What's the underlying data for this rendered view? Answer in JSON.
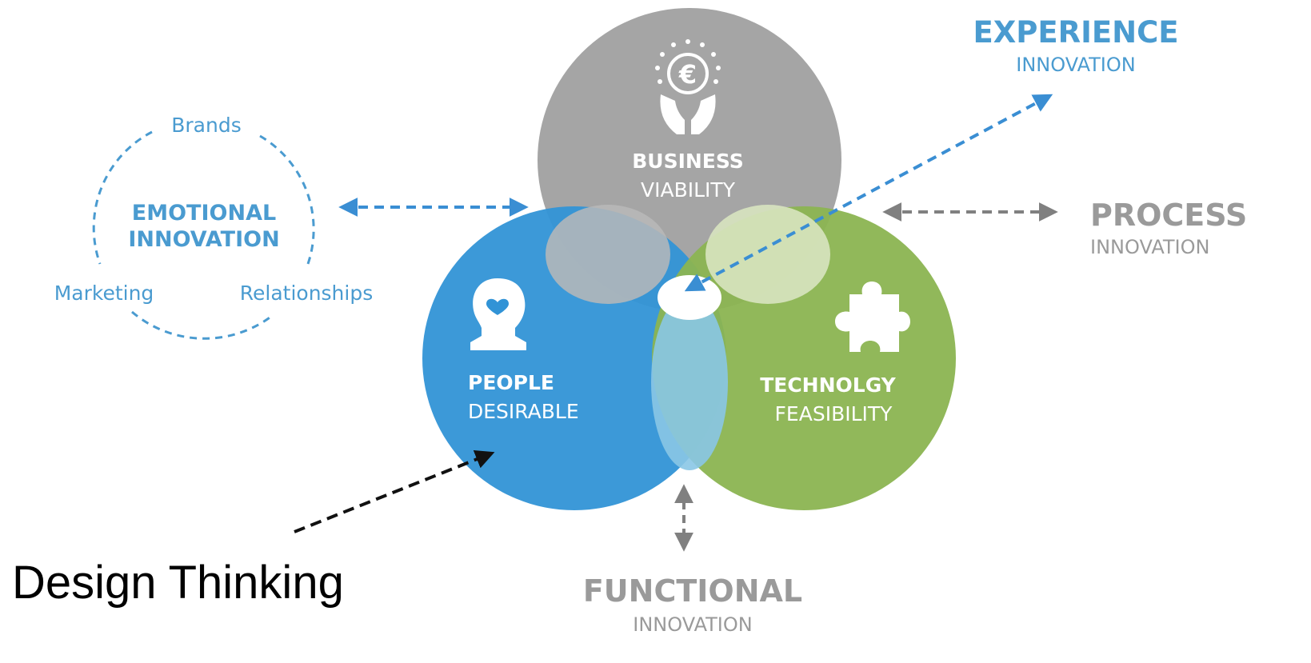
{
  "colors": {
    "business": "#a5a5a5",
    "people": "#3193d6",
    "technology": "#8bb451",
    "blue_text": "#4a9bd0",
    "gray_text": "#9a9a9a",
    "arrow_blue": "#3a8ed3",
    "arrow_gray": "#808080",
    "arrow_black": "#111111"
  },
  "circles": {
    "business": {
      "line1": "BUSINESS",
      "line2": "VIABILITY",
      "icon": "euro-hands-icon"
    },
    "people": {
      "line1": "PEOPLE",
      "line2": "DESIRABLE",
      "icon": "head-heart-icon"
    },
    "technology": {
      "line1": "TECHNOLGY",
      "line2": "FEASIBILITY",
      "icon": "puzzle-piece-icon"
    }
  },
  "emotional": {
    "title1": "EMOTIONAL",
    "title2": "INNOVATION",
    "brands": "Brands",
    "marketing": "Marketing",
    "relationships": "Relationships"
  },
  "experience": {
    "title": "EXPERIENCE",
    "subtitle": "INNOVATION"
  },
  "process": {
    "title": "PROCESS",
    "subtitle": "INNOVATION"
  },
  "functional": {
    "title": "FUNCTIONAL",
    "subtitle": "INNOVATION"
  },
  "design_thinking": "Design Thinking"
}
